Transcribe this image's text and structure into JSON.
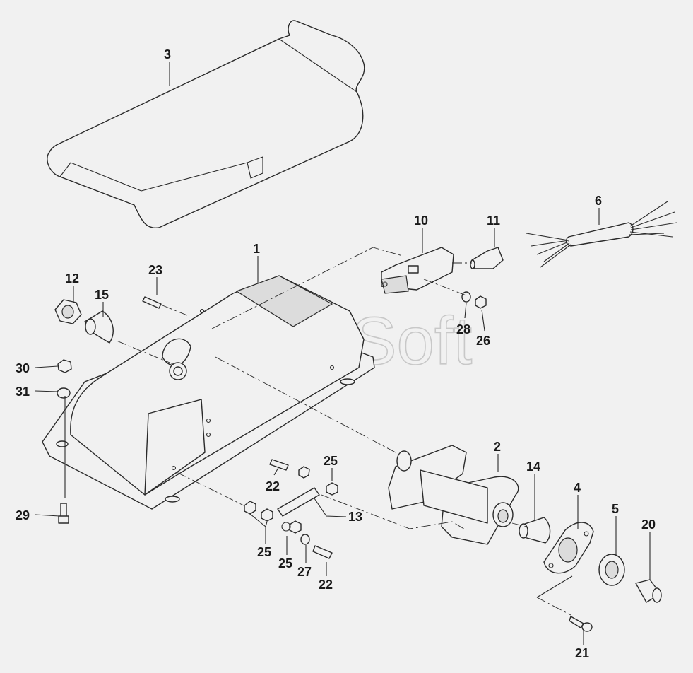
{
  "watermark": "AutoSoft",
  "callouts": {
    "c1": "1",
    "c2": "2",
    "c3": "3",
    "c4": "4",
    "c5": "5",
    "c6": "6",
    "c10": "10",
    "c11": "11",
    "c12": "12",
    "c13": "13",
    "c14": "14",
    "c15": "15",
    "c20": "20",
    "c21": "21",
    "c22a": "22",
    "c22b": "22",
    "c23": "23",
    "c25a": "25",
    "c25b": "25",
    "c25c": "25",
    "c26": "26",
    "c27": "27",
    "c28": "28",
    "c29": "29",
    "c30": "30",
    "c31": "31"
  },
  "colors": {
    "background": "#f1f1f1",
    "ink": "#2a2a2a",
    "watermark": "#c8c8c8"
  }
}
